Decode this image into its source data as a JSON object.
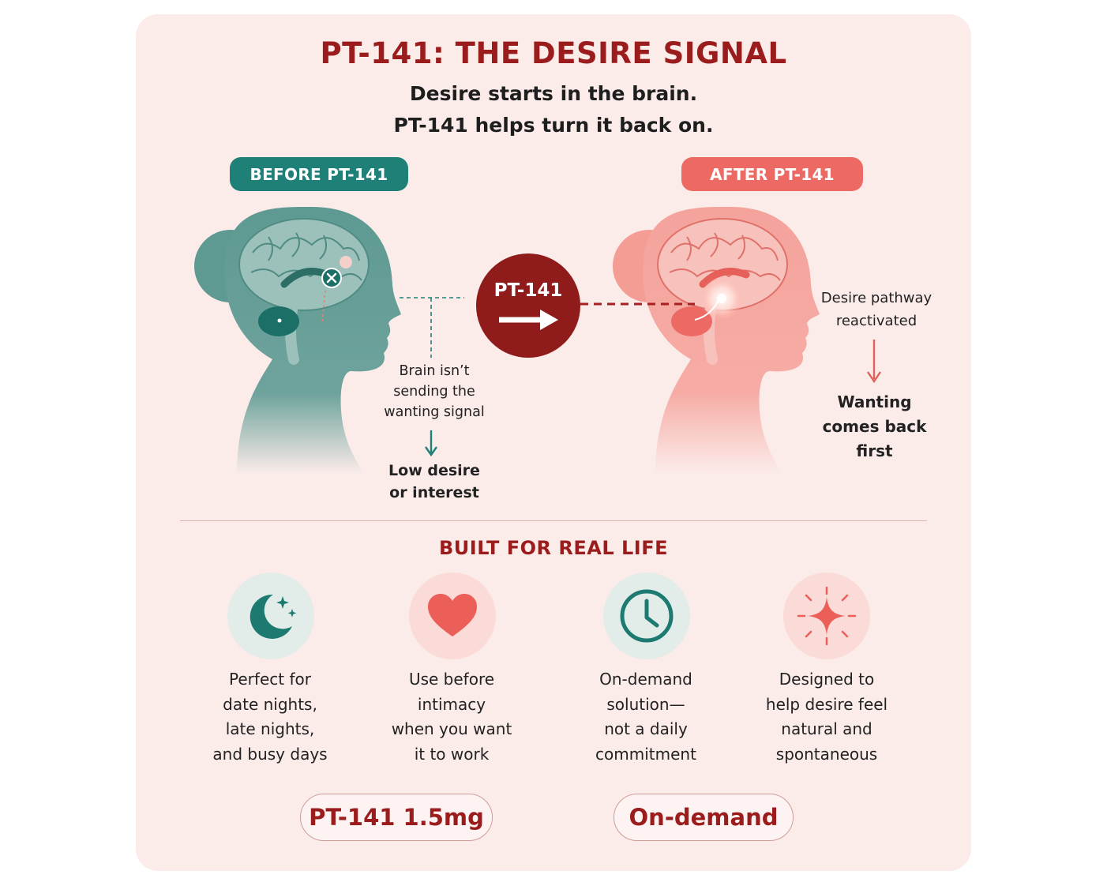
{
  "header": {
    "title": "PT-141: THE DESIRE SIGNAL",
    "subtitle_line1": "Desire starts in the brain.",
    "subtitle_line2": "PT-141 helps turn it back on."
  },
  "before": {
    "label": "BEFORE PT-141",
    "note_lines": [
      "Brain isn’t",
      "sending the",
      "wanting signal"
    ],
    "result_lines": [
      "Low desire",
      "or interest"
    ]
  },
  "center_badge": {
    "label": "PT-141"
  },
  "after": {
    "label": "AFTER PT-141",
    "note_lines": [
      "Desire pathway",
      "reactivated"
    ],
    "result_lines": [
      "Wanting",
      "comes back",
      "first"
    ]
  },
  "features": {
    "title": "BUILT FOR REAL LIFE",
    "items": [
      {
        "icon": "moon-stars-icon",
        "lines": [
          "Perfect for",
          "date nights,",
          "late nights,",
          "and busy days"
        ]
      },
      {
        "icon": "heart-icon",
        "lines": [
          "Use before",
          "intimacy",
          "when you want",
          "it to work"
        ]
      },
      {
        "icon": "clock-icon",
        "lines": [
          "On-demand",
          "solution—",
          "not a daily",
          "commitment"
        ]
      },
      {
        "icon": "sparkle-icon",
        "lines": [
          "Designed to",
          "help desire feel",
          "natural and",
          "spontaneous"
        ]
      }
    ]
  },
  "tags": {
    "dose": "PT-141 1.5mg",
    "mode": "On-demand"
  },
  "colors": {
    "teal": "#1f8077",
    "coral": "#ec6a63",
    "dark_red": "#9b1c1c",
    "card_bg": "#fbecea"
  }
}
